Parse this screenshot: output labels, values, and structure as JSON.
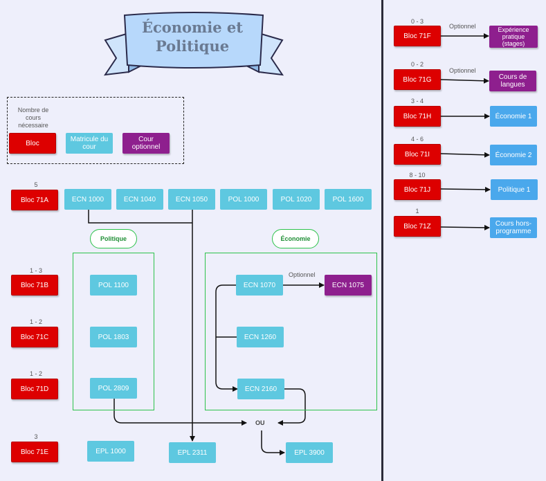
{
  "title": "Économie et Politique",
  "legend": {
    "count_label": "Nombre de cours nécessaire",
    "bloc_label": "Bloc",
    "course_label": "Matricule du cour",
    "optional_label": "Cour optionnel"
  },
  "blocks": {
    "b71A": {
      "count": "5",
      "label": "Bloc 71A"
    },
    "b71B": {
      "count": "1 - 3",
      "label": "Bloc 71B"
    },
    "b71C": {
      "count": "1 - 2",
      "label": "Bloc 71C"
    },
    "b71D": {
      "count": "1 - 2",
      "label": "Bloc 71D"
    },
    "b71E": {
      "count": "3",
      "label": "Bloc 71E"
    },
    "b71F": {
      "count": "0 - 3",
      "label": "Bloc 71F"
    },
    "b71G": {
      "count": "0 - 2",
      "label": "Bloc 71G"
    },
    "b71H": {
      "count": "3 - 4",
      "label": "Bloc 71H"
    },
    "b71I": {
      "count": "4 - 6",
      "label": "Bloc 71I"
    },
    "b71J": {
      "count": "8 - 10",
      "label": "Bloc 71J"
    },
    "b71Z": {
      "count": "1",
      "label": "Bloc 71Z"
    }
  },
  "courses": {
    "ecn1000": "ECN 1000",
    "ecn1040": "ECN 1040",
    "ecn1050": "ECN 1050",
    "pol1000": "POL 1000",
    "pol1020": "POL 1020",
    "pol1600": "POL 1600",
    "pol1100": "POL 1100",
    "pol1803": "POL 1803",
    "pol2809": "POL 2809",
    "ecn1070": "ECN 1070",
    "ecn1075": "ECN 1075",
    "ecn1260": "ECN 1260",
    "ecn2160": "ECN 2160",
    "epl1000": "EPL 1000",
    "epl2311": "EPL 2311",
    "epl3900": "EPL 3900"
  },
  "groups": {
    "politique": "Politique",
    "economie": "Économie"
  },
  "labels": {
    "optionnel": "Optionnel",
    "ou": "OU"
  },
  "targets": {
    "f": "Expérience pratique (stages)",
    "g": "Cours de langues",
    "h": "Économie 1",
    "i": "Économie 2",
    "j": "Politique 1",
    "z": "Cours hors-programme"
  },
  "colors": {
    "bloc": "#dd0000",
    "course": "#5ec8e0",
    "optional": "#8e1f8e",
    "target": "#4aa8ec",
    "group_border": "#2cc24a",
    "background": "#eeeffb"
  }
}
